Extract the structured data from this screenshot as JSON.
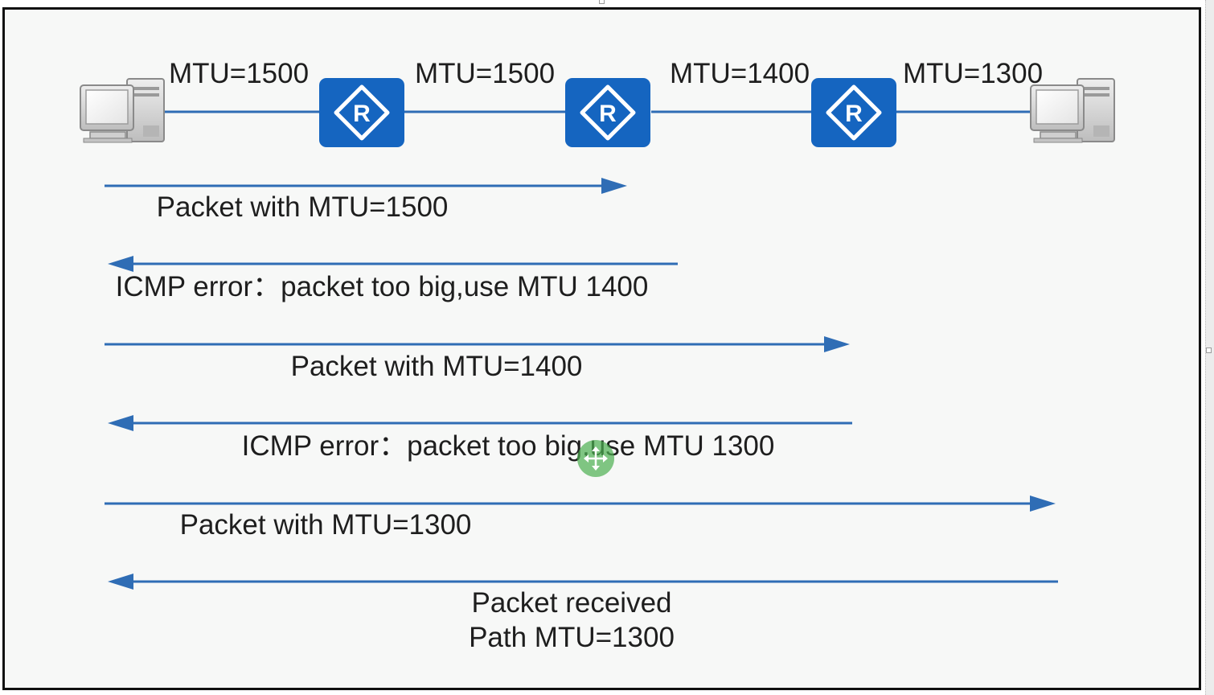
{
  "topology": {
    "link_mtus": [
      "MTU=1500",
      "MTU=1500",
      "MTU=1400",
      "MTU=1300"
    ],
    "router_letter": "R",
    "colors": {
      "router": "#1565c0",
      "link": "#2f6db5",
      "arrow": "#2f6db5",
      "pc_body": "#d6d6d6"
    },
    "icons": [
      "pc-source-icon",
      "router-icon",
      "router-icon",
      "router-icon",
      "pc-destination-icon"
    ]
  },
  "sequence": [
    {
      "direction": "forward",
      "label": "Packet with MTU=1500"
    },
    {
      "direction": "back",
      "label": "ICMP error：packet too big,use MTU 1400"
    },
    {
      "direction": "forward",
      "label": "Packet with MTU=1400"
    },
    {
      "direction": "back",
      "label": "ICMP error：packet too big,use MTU 1300"
    },
    {
      "direction": "forward",
      "label": "Packet with MTU=1300"
    },
    {
      "direction": "back",
      "label_lines": [
        "Packet received",
        "Path MTU=1300"
      ]
    }
  ],
  "cursor": {
    "icon": "move-cursor-icon",
    "color": "#4caf50"
  }
}
